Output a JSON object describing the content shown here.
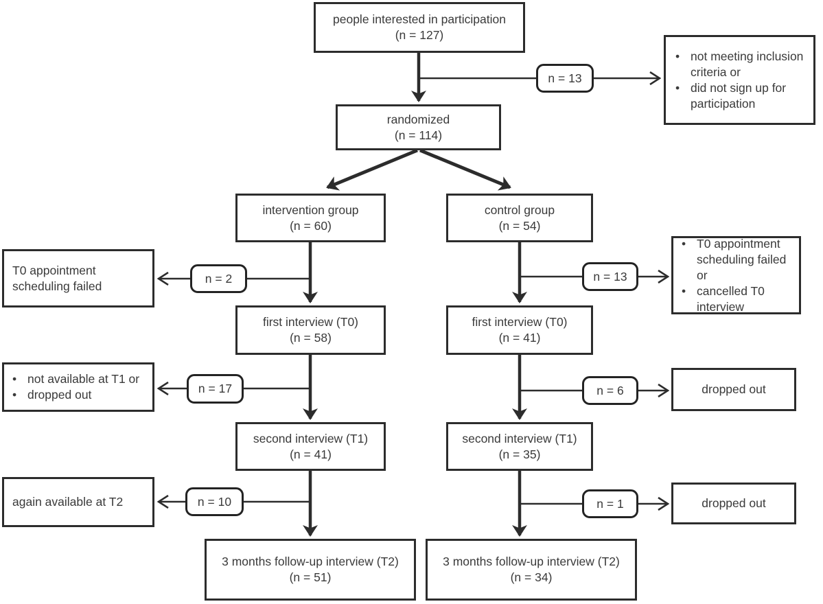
{
  "colors": {
    "ink": "#2c2c2c",
    "text": "#3a3a3a",
    "background": "#ffffff"
  },
  "enrollment": {
    "interested": {
      "line1": "people interested in participation",
      "line2": "(n = 127)"
    },
    "not_randomized": {
      "n_label": "n = 13",
      "items": [
        "not meeting inclusion criteria or",
        "did not sign up for participation"
      ]
    },
    "randomized": {
      "line1": "randomized",
      "line2": "(n = 114)"
    }
  },
  "intervention_arm": {
    "group": {
      "line1": "intervention group",
      "line2": "(n = 60)"
    },
    "t0_exclusion": {
      "n_label": "n = 2",
      "text": "T0 appointment scheduling failed"
    },
    "first_interview": {
      "line1": "first interview (T0)",
      "line2": "(n = 58)"
    },
    "t1_exclusion": {
      "n_label": "n = 17",
      "items": [
        "not available at T1 or",
        "dropped out"
      ]
    },
    "second_interview": {
      "line1": "second interview (T1)",
      "line2": "(n = 41)"
    },
    "t2_return": {
      "n_label": "n = 10",
      "text": "again available at T2"
    },
    "followup": {
      "line1": "3 months follow-up interview (T2)",
      "line2": "(n = 51)"
    }
  },
  "control_arm": {
    "group": {
      "line1": "control group",
      "line2": "(n = 54)"
    },
    "t0_exclusion": {
      "n_label": "n = 13",
      "items": [
        "T0 appointment scheduling failed or",
        "cancelled T0 interview"
      ]
    },
    "first_interview": {
      "line1": "first interview (T0)",
      "line2": "(n = 41)"
    },
    "t1_exclusion": {
      "n_label": "n = 6",
      "text": "dropped out"
    },
    "second_interview": {
      "line1": "second interview (T1)",
      "line2": "(n = 35)"
    },
    "t2_exclusion": {
      "n_label": "n = 1",
      "text": "dropped out"
    },
    "followup": {
      "line1": "3 months follow-up interview (T2)",
      "line2": "(n = 34)"
    }
  }
}
